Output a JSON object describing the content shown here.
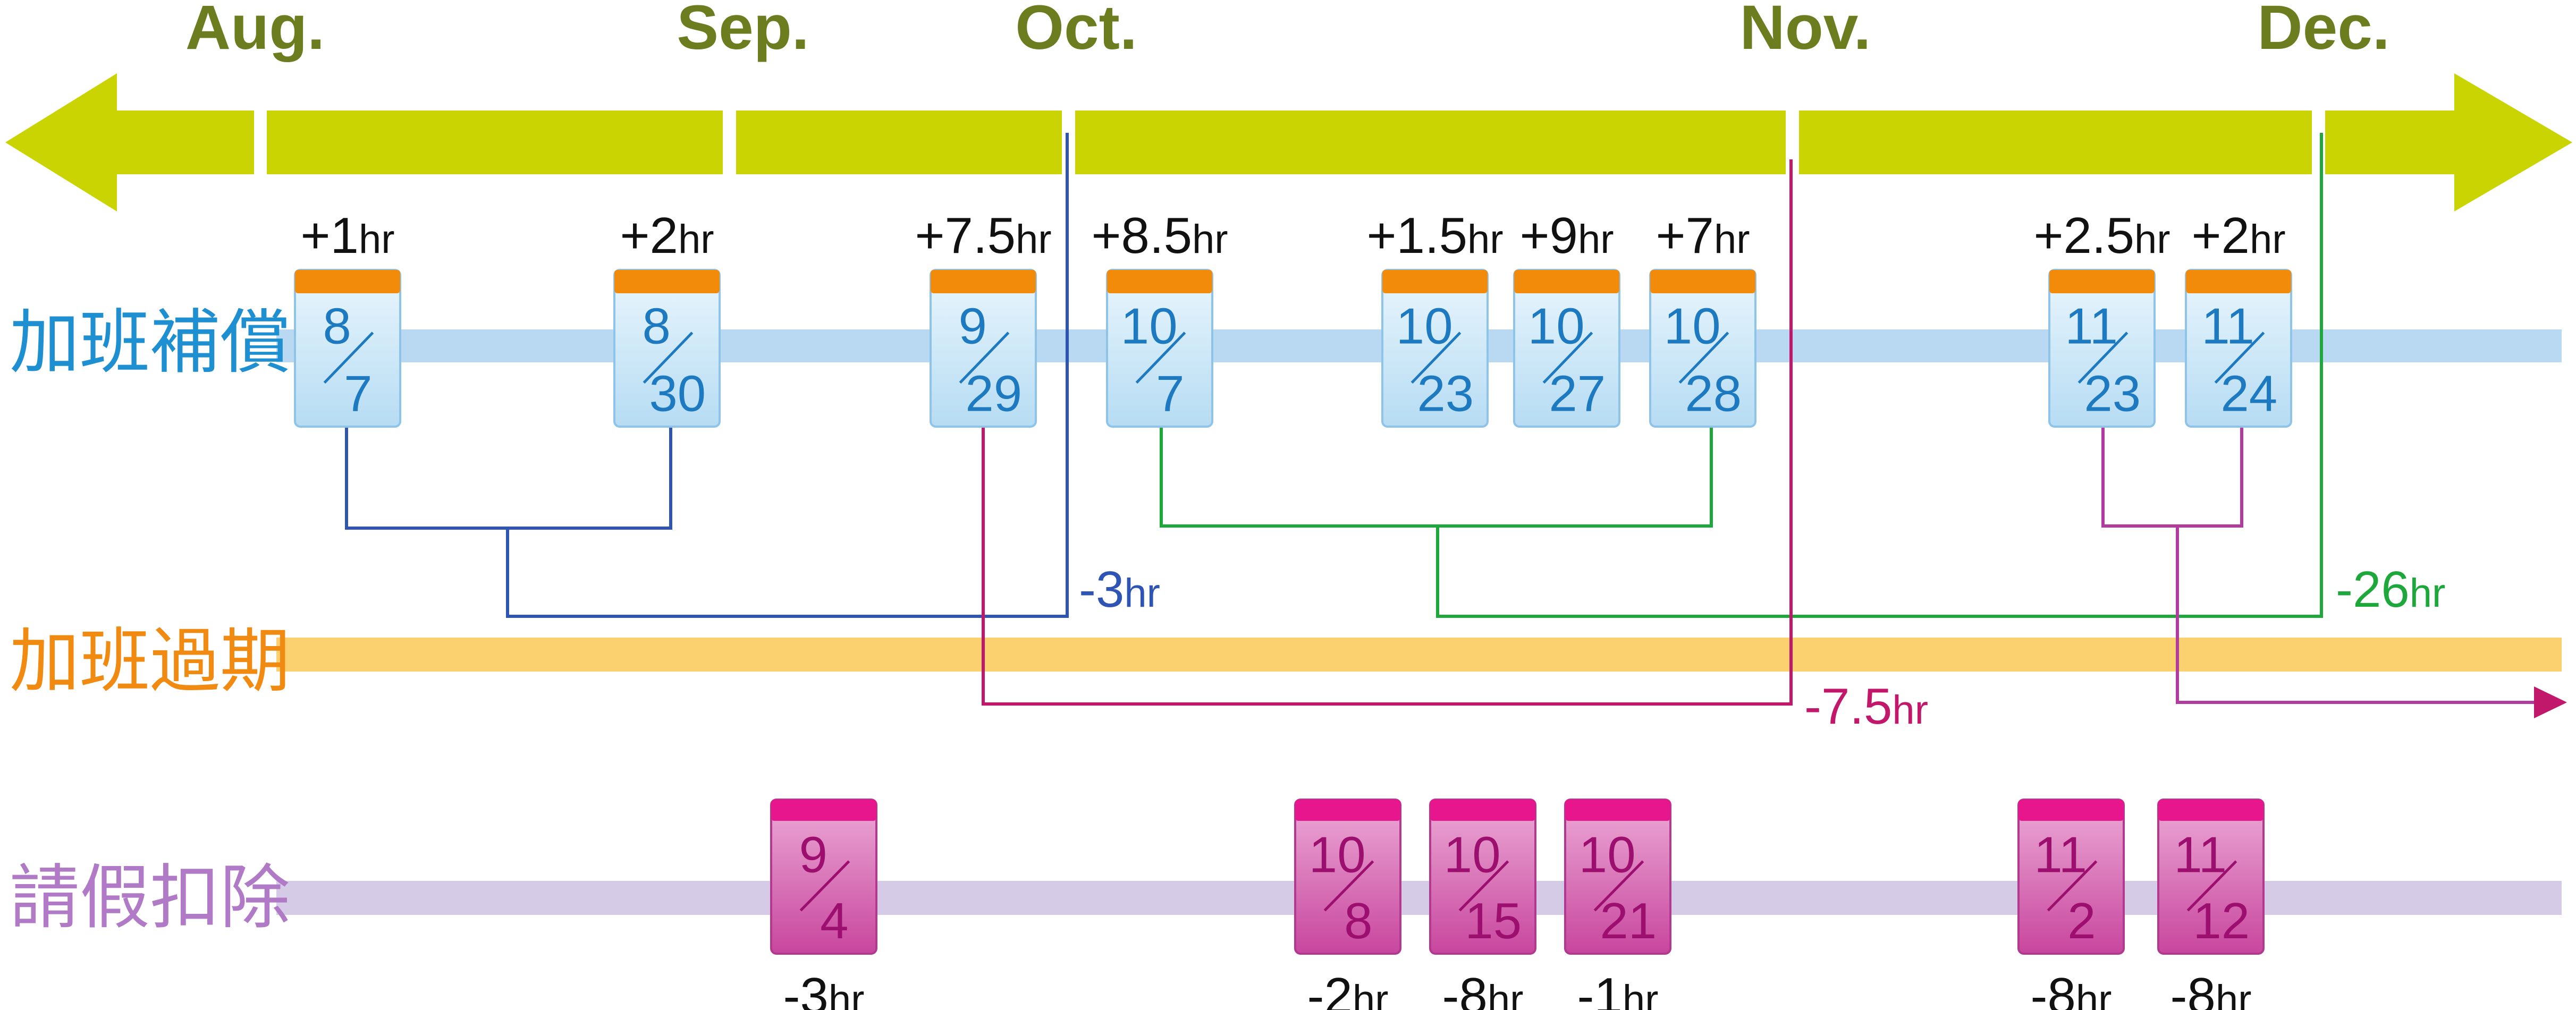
{
  "months": [
    "Aug.",
    "Sep.",
    "Oct.",
    "Nov.",
    "Dec."
  ],
  "rows": {
    "overtime": "加班補償",
    "expired": "加班過期",
    "leave": "請假扣除"
  },
  "overtime_cards": [
    {
      "month": "8",
      "day": "7",
      "hours_num": "+1",
      "hours_unit": "hr"
    },
    {
      "month": "8",
      "day": "30",
      "hours_num": "+2",
      "hours_unit": "hr"
    },
    {
      "month": "9",
      "day": "29",
      "hours_num": "+7.5",
      "hours_unit": "hr"
    },
    {
      "month": "10",
      "day": "7",
      "hours_num": "+8.5",
      "hours_unit": "hr"
    },
    {
      "month": "10",
      "day": "23",
      "hours_num": "+1.5",
      "hours_unit": "hr"
    },
    {
      "month": "10",
      "day": "27",
      "hours_num": "+9",
      "hours_unit": "hr"
    },
    {
      "month": "10",
      "day": "28",
      "hours_num": "+7",
      "hours_unit": "hr"
    },
    {
      "month": "11",
      "day": "23",
      "hours_num": "+2.5",
      "hours_unit": "hr"
    },
    {
      "month": "11",
      "day": "24",
      "hours_num": "+2",
      "hours_unit": "hr"
    }
  ],
  "leave_cards": [
    {
      "month": "9",
      "day": "4",
      "hours_num": "-3",
      "hours_unit": "hr"
    },
    {
      "month": "10",
      "day": "8",
      "hours_num": "-2",
      "hours_unit": "hr"
    },
    {
      "month": "10",
      "day": "15",
      "hours_num": "-8",
      "hours_unit": "hr"
    },
    {
      "month": "10",
      "day": "21",
      "hours_num": "-1",
      "hours_unit": "hr"
    },
    {
      "month": "11",
      "day": "2",
      "hours_num": "-8",
      "hours_unit": "hr"
    },
    {
      "month": "11",
      "day": "12",
      "hours_num": "-8",
      "hours_unit": "hr"
    }
  ],
  "expirations": [
    {
      "num": "-3",
      "unit": "hr",
      "color": "#2f55b4"
    },
    {
      "num": "-26",
      "unit": "hr",
      "color": "#1ea83c"
    },
    {
      "num": "-7.5",
      "unit": "hr",
      "color": "#c2186b"
    }
  ],
  "colors": {
    "month_text": "#6b7d1e",
    "timeline": "#c9d402",
    "overtime_band": "#b9d9f2",
    "overtime_label": "#1e8fd0",
    "overtime_tab": "#f28a0a",
    "overtime_card": "#cfe8f8",
    "overtime_card_text": "#1e7ac0",
    "expired_band": "#fbd170",
    "expired_label": "#f08a10",
    "leave_band": "#d6cbe6",
    "leave_label": "#b07ac6",
    "leave_tab": "#e8168c",
    "leave_card": "#d96cb8",
    "leave_card_text": "#9c0f6e",
    "extend_arrow": "#c2186b"
  }
}
